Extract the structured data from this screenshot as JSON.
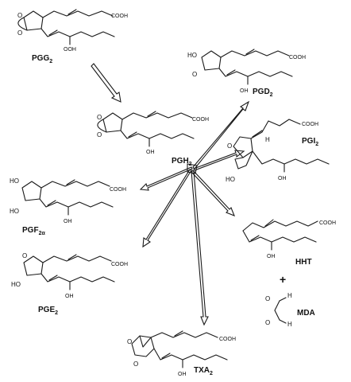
{
  "compounds": {
    "pgg2": {
      "name": "PGG",
      "sub": "2",
      "cooh": "COOH",
      "ooh": "OOH"
    },
    "pgh2": {
      "name": "PGH",
      "sub": "2",
      "cooh": "COOH",
      "oh": "OH"
    },
    "pgd2": {
      "name": "PGD",
      "sub": "2",
      "cooh": "COOH",
      "ho": "HO",
      "o": "O",
      "oh": "OH"
    },
    "pgi2": {
      "name": "PGI",
      "sub": "2",
      "cooh": "COOH",
      "h": "H",
      "ho": "HO",
      "oh": "OH"
    },
    "pgf2a": {
      "name": "PGF",
      "sub": "2α",
      "cooh": "COOH",
      "ho1": "HO",
      "ho2": "HO",
      "oh": "OH"
    },
    "hht": {
      "name": "HHT",
      "cooh": "COOH",
      "oh": "OH"
    },
    "mda": {
      "name": "MDA",
      "h1": "H",
      "h2": "H"
    },
    "pge2": {
      "name": "PGE",
      "sub": "2",
      "cooh": "COOH",
      "o": "O",
      "ho": "HO",
      "oh": "OH"
    },
    "txa2": {
      "name": "TXA",
      "sub": "2",
      "cooh": "COOH",
      "o1": "O",
      "o2": "O",
      "oh": "OH"
    }
  },
  "plus_sign": "+",
  "colors": {
    "ink": "#1a1a1a",
    "background": "#ffffff"
  }
}
